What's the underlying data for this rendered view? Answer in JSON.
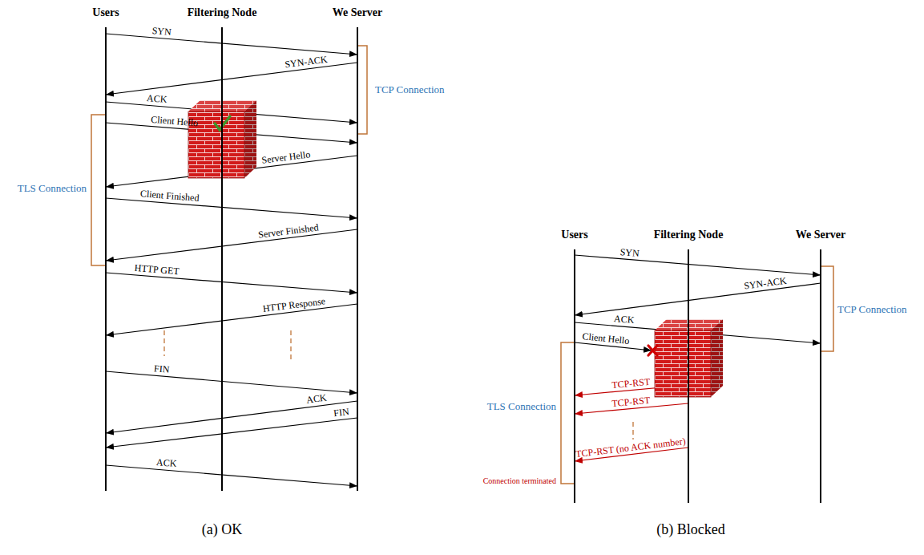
{
  "diagram": {
    "nodes": [
      {
        "text": [
          "Users"
        ]
      },
      {
        "text": [
          "Filtering Node"
        ]
      },
      {
        "text": [
          "We Server"
        ]
      },
      {
        "text": [
          "Users"
        ]
      },
      {
        "text": [
          "Filtering Node"
        ]
      },
      {
        "text": [
          "We Server"
        ]
      }
    ],
    "edges": [
      {
        "from": 0,
        "to": 2,
        "arrow": "to",
        "label": "SYN"
      },
      {
        "from": 2,
        "to": 0,
        "arrow": "to",
        "label": "SYN-ACK"
      },
      {
        "from": 0,
        "to": 2,
        "arrow": "to",
        "label": "ACK"
      },
      {
        "from": 0,
        "to": 2,
        "arrow": "to",
        "label": "Client Hello"
      },
      {
        "from": 2,
        "to": 0,
        "arrow": "to",
        "label": "Server Hello"
      },
      {
        "from": 0,
        "to": 2,
        "arrow": "to",
        "label": "Client Finished"
      },
      {
        "from": 2,
        "to": 0,
        "arrow": "to",
        "label": "Server Finished"
      },
      {
        "from": 0,
        "to": 2,
        "arrow": "to",
        "label": "HTTP GET"
      },
      {
        "from": 2,
        "to": 0,
        "arrow": "to",
        "label": "HTTP Response"
      },
      {
        "from": 0,
        "to": 2,
        "arrow": "to",
        "label": "FIN"
      },
      {
        "from": 2,
        "to": 0,
        "arrow": "to",
        "label": "ACK"
      },
      {
        "from": 2,
        "to": 0,
        "arrow": "to",
        "label": "FIN"
      },
      {
        "from": 0,
        "to": 2,
        "arrow": "to",
        "label": "ACK"
      },
      {
        "from": 3,
        "to": 5,
        "arrow": "to",
        "label": "SYN"
      },
      {
        "from": 5,
        "to": 3,
        "arrow": "to",
        "label": "SYN-ACK"
      },
      {
        "from": 3,
        "to": 5,
        "arrow": "to",
        "label": "ACK"
      },
      {
        "from": 3,
        "to": 4,
        "arrow": "to",
        "label": "Client Hello"
      },
      {
        "from": 4,
        "to": 3,
        "arrow": "to",
        "label": "TCP-RST"
      },
      {
        "from": 4,
        "to": 3,
        "arrow": "to",
        "label": "TCP-RST"
      },
      {
        "from": 4,
        "to": 3,
        "arrow": "to",
        "label": "TCP-RST (no ACK number)"
      }
    ],
    "labels": [
      "TCP Connection",
      "TLS Connection",
      "(a) OK",
      "TCP Connection",
      "TLS Connection",
      "Connection terminated",
      "(b) Blocked"
    ]
  }
}
